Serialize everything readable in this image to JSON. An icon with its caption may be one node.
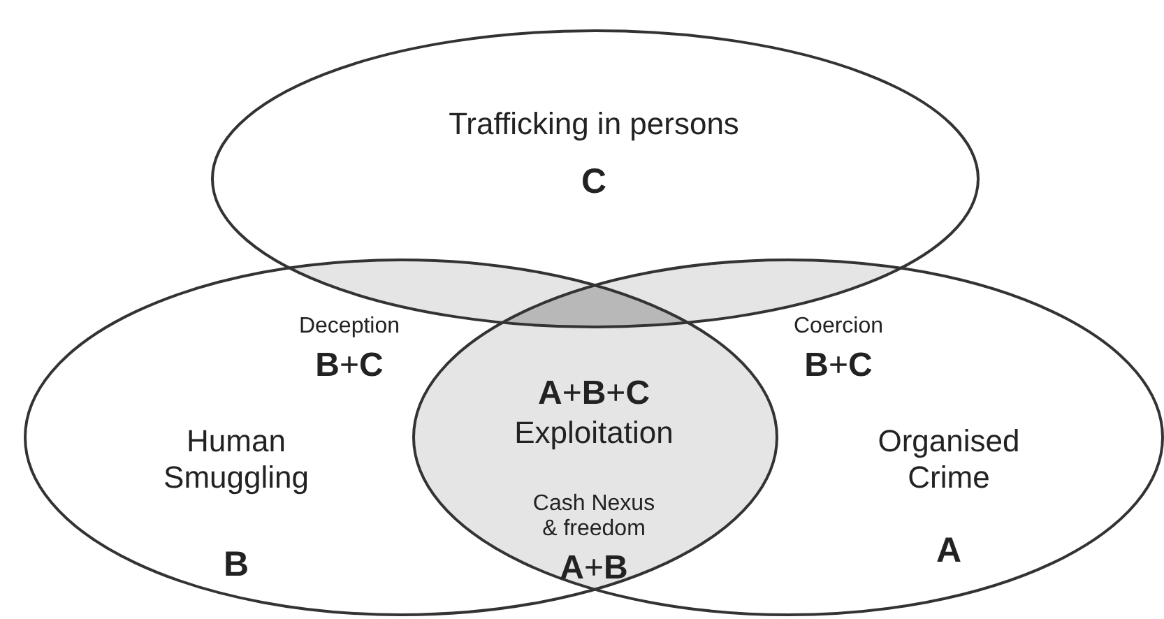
{
  "diagram": {
    "nodes": [
      {
        "text": [
          "Trafficking in persons",
          "C"
        ]
      },
      {
        "text": [
          "Human Smuggling",
          "B"
        ]
      },
      {
        "text": [
          "Organised Crime",
          "A"
        ]
      }
    ],
    "labels": [
      "Deception",
      "**B**+**C**",
      "Coercion",
      "**B**+**C**",
      "**A**+**B**+**C**",
      "Exploitation",
      "Cash Nexus & freedom",
      "**A**+**B**"
    ]
  }
}
